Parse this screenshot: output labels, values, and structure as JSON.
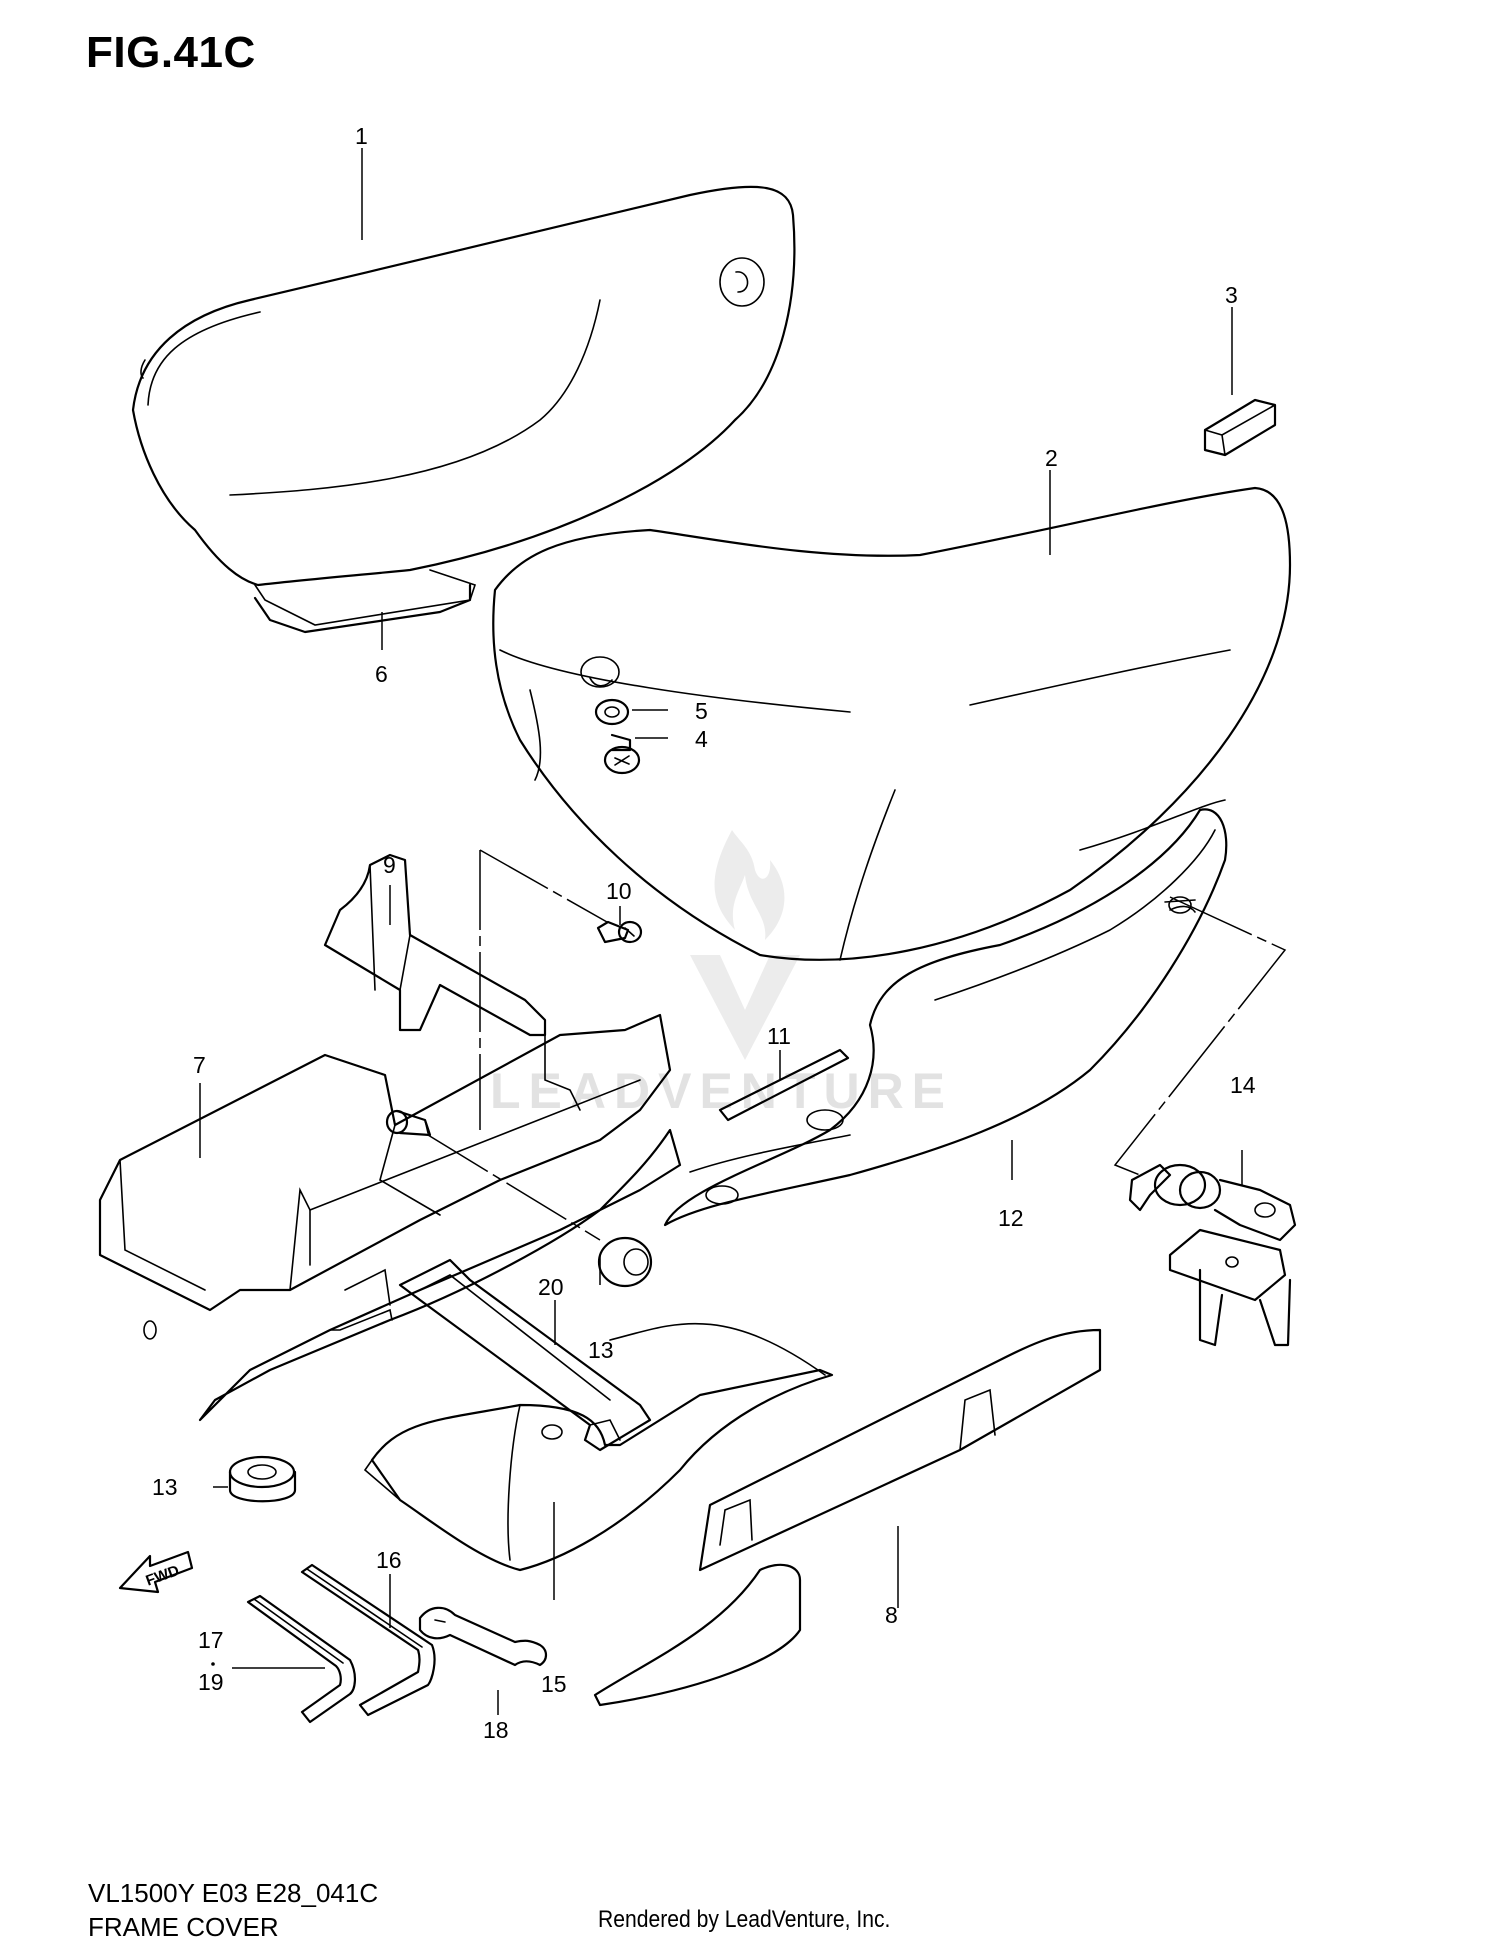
{
  "figure": {
    "title": "FIG.41C",
    "model_code": "VL1500Y E03 E28_041C",
    "section_name": "FRAME COVER",
    "rendered_by": "Rendered by LeadVenture, Inc.",
    "watermark": "LEADVENTURE",
    "fwd_label": "FWD"
  },
  "callouts": {
    "c1": "1",
    "c2": "2",
    "c3": "3",
    "c4": "4",
    "c5": "5",
    "c6": "6",
    "c7": "7",
    "c8": "8",
    "c9": "9",
    "c10": "10",
    "c11": "11",
    "c12": "12",
    "c13a": "13",
    "c13b": "13",
    "c14": "14",
    "c15": "15",
    "c16": "16",
    "c17": "17",
    "c18": "18",
    "c19": "19",
    "c20": "20"
  },
  "colors": {
    "line": "#000000",
    "watermark": "#e2e2e2",
    "background": "#ffffff"
  }
}
